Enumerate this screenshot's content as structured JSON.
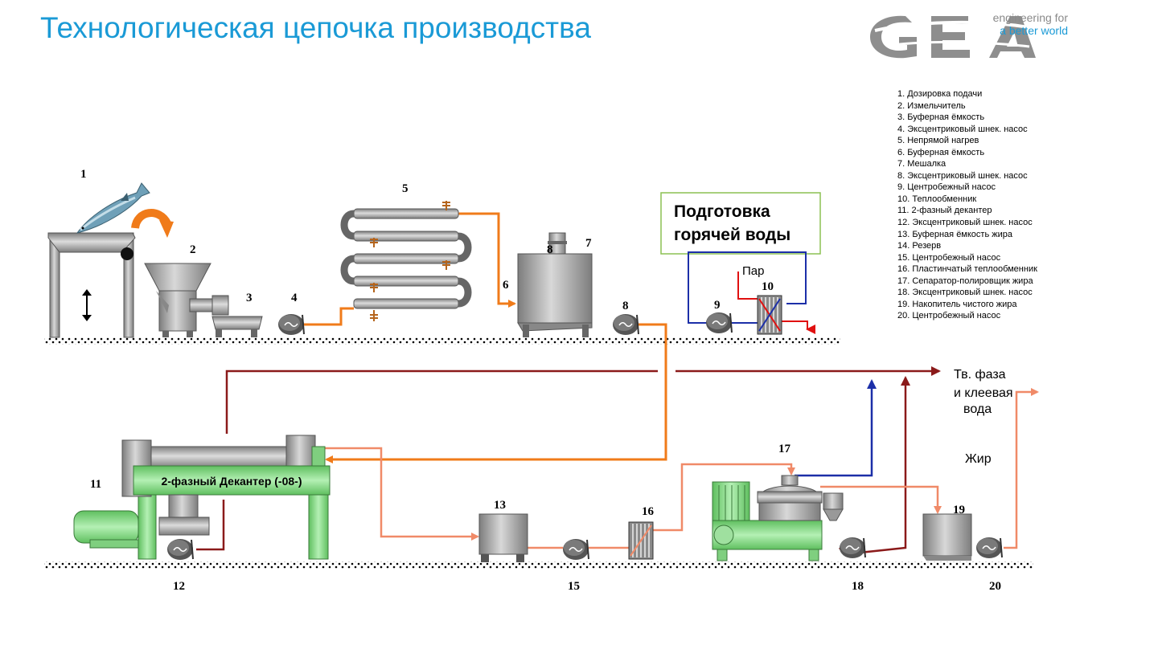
{
  "page": {
    "title": "Технологическая цепочка производства"
  },
  "logo": {
    "brand": "GEA",
    "tagline_line1": "engineering for",
    "tagline_line2": "a better world",
    "tagline_colors": [
      "#8a8a8a",
      "#1a9ad6"
    ]
  },
  "legend": {
    "items": [
      "1.   Дозировка подачи",
      "2.   Измельчитель",
      "3. Буферная ёмкость",
      "4.   Эксцентриковый шнек. насос",
      "5.   Непрямой нагрев",
      "6. Буферная ёмкость",
      "7. Мешалка",
      "8. Эксцентриковый шнек. насос",
      "9. Центробежный насос",
      "10. Теплообменник",
      "11. 2-фазный декантер",
      "12. Эксцентриковый шнек. насос",
      "13. Буферная ёмкость жира",
      "14. Резерв",
      "15. Центробежный насос",
      "16. Пластинчатый теплообменник",
      "17. Сепаратор-полировщик жира",
      "18. Эксцентриковый шнек. насос",
      "19. Накопитель чистого жира",
      "20. Центробежный насос"
    ]
  },
  "diagram": {
    "hot_water_box": {
      "line1": "Подготовка",
      "line2": "горячей воды",
      "border_color": "#8cc152"
    },
    "steam_label": "Пар",
    "decanter_label": "2-фазный Декантер (-08-)",
    "outputs": {
      "solid_line1": "Тв. фаза",
      "solid_line2": "и клеевая",
      "solid_line3": "вода",
      "fat": "Жир"
    },
    "numbers": {
      "n1": "1",
      "n2": "2",
      "n3": "3",
      "n4": "4",
      "n5": "5",
      "n6": "6",
      "n7": "7",
      "n8": "8",
      "n8b": "8",
      "n9": "9",
      "n10": "10",
      "n11": "11",
      "n12": "12",
      "n13": "13",
      "n15": "15",
      "n16": "16",
      "n17": "17",
      "n18": "18",
      "n19": "19",
      "n20": "20"
    },
    "colors": {
      "hot_line": "#f07b1a",
      "fat_line": "#f08a68",
      "dark_red_line": "#8b1a1a",
      "water_blue": "#1c2fa8",
      "steam_red": "#e01010",
      "decanter_green": "#8fe08f",
      "equipment_gray": "#a0a0a0"
    }
  }
}
